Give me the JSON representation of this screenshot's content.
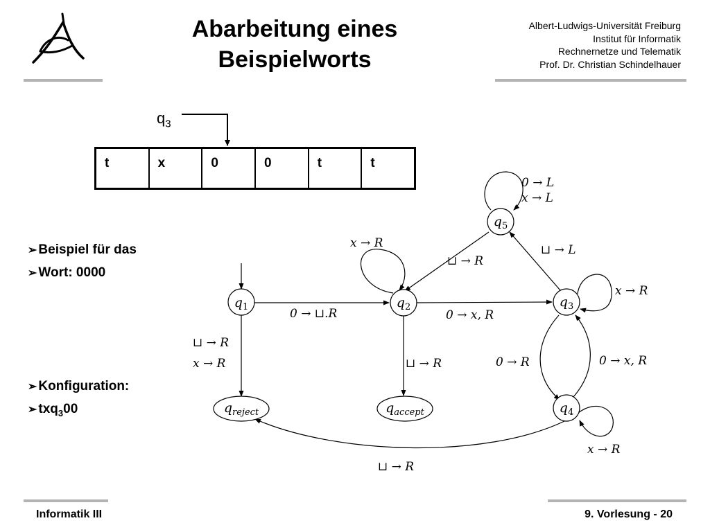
{
  "slide": {
    "title_line1": "Abarbeitung eines",
    "title_line2": "Beispielworts",
    "institution": [
      "Albert-Ludwigs-Universität Freiburg",
      "Institut für Informatik",
      "Rechnernetze und Telematik",
      "Prof. Dr. Christian Schindelhauer"
    ],
    "footer_left": "Informatik III",
    "footer_right": "9. Vorlesung - 20"
  },
  "tape": {
    "head_state": "q",
    "head_state_sub": "3",
    "cells": [
      "t",
      "x",
      "0",
      "0",
      "t",
      "t"
    ]
  },
  "bullets": {
    "b1": "Beispiel für das",
    "b2": "Wort: 0000",
    "b3": "Konfiguration:",
    "b4_pre": "txq",
    "b4_sub": "3",
    "b4_post": "00"
  },
  "states": {
    "q1": "q",
    "q1_sub": "1",
    "q2": "q",
    "q2_sub": "2",
    "q3": "q",
    "q3_sub": "3",
    "q4": "q",
    "q4_sub": "4",
    "q5": "q",
    "q5_sub": "5",
    "reject": "q",
    "reject_sub": "reject",
    "accept": "q",
    "accept_sub": "accept"
  },
  "transitions": {
    "q5_loop_1": "0 → L",
    "q5_loop_2": "x → L",
    "q2_loop": "x → R",
    "q5_q2": "⊔ → R",
    "q3_q5": "⊔ → L",
    "q1_q2": "0 → ⊔.R",
    "q2_q3": "0 → x, R",
    "q3_loop": "x → R",
    "q1_reject_1": "⊔ → R",
    "q1_reject_2": "x → R",
    "q2_accept": "⊔ → R",
    "q3_q4": "0 → R",
    "q4_q3": "0 → x, R",
    "q4_loop": "x → R",
    "q4_reject": "⊔ → R"
  }
}
